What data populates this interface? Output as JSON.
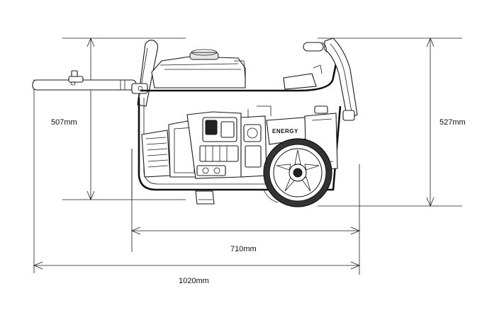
{
  "dimensions": {
    "height_left": "507mm",
    "height_right": "527mm",
    "wheelbase": "710mm",
    "overall_length": "1020mm"
  },
  "brand_mark": "ENERGY"
}
